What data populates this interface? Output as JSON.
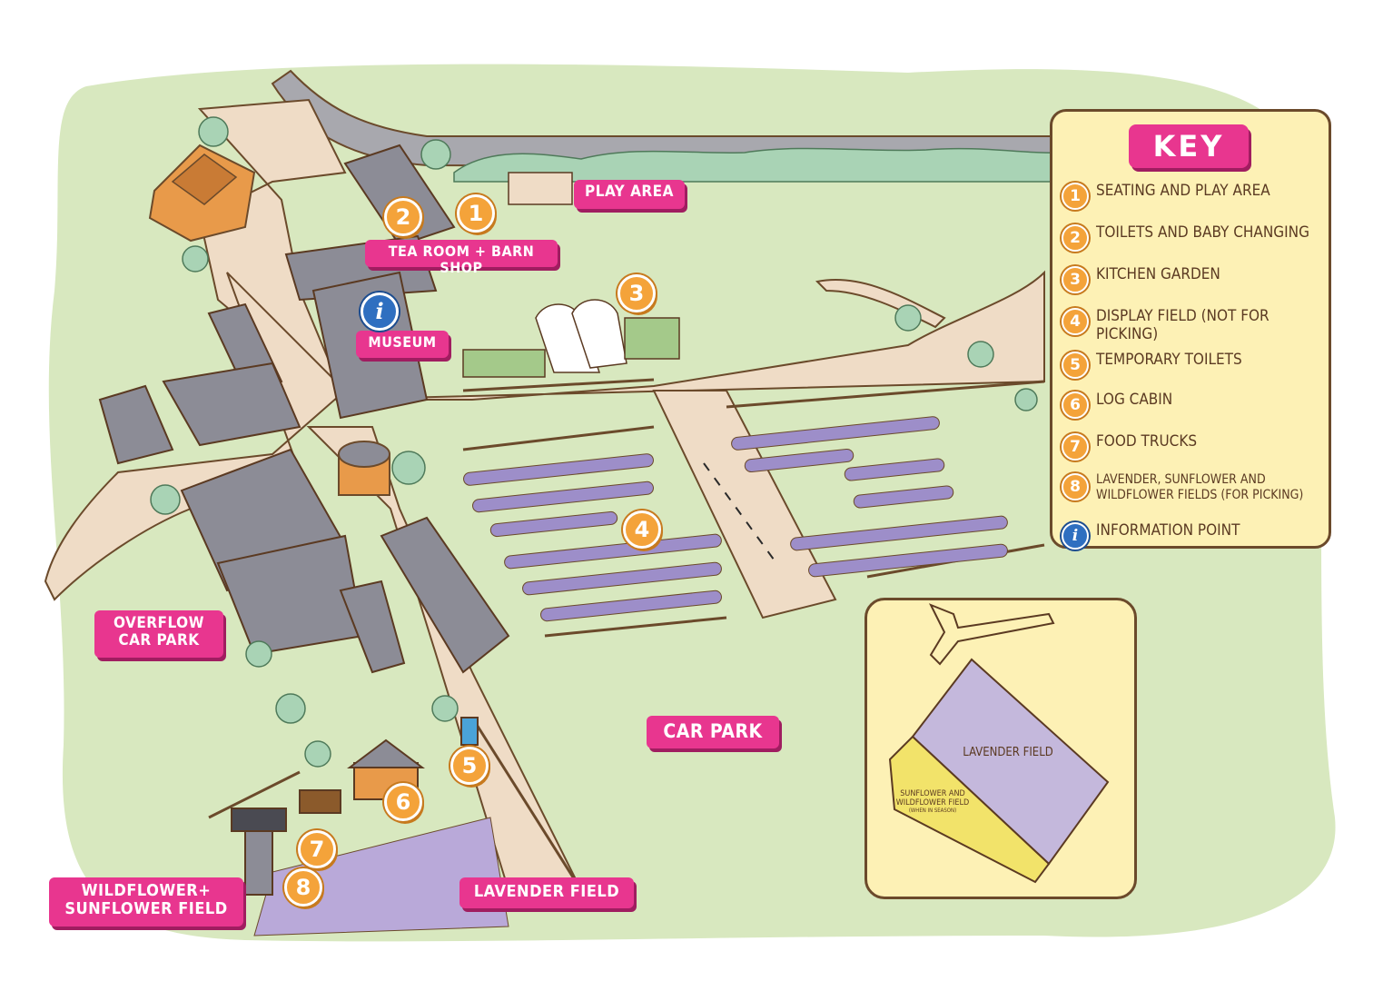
{
  "colors": {
    "grass": "#d8e8bf",
    "path": "#efdcc6",
    "road": "#a8a8ae",
    "barn": "#8c8c96",
    "lavender": "#9d8ec9",
    "label_pink": "#e8368f",
    "marker_orange": "#f4a33a",
    "info_blue": "#2f6fc0",
    "key_bg": "#fdf1b5",
    "sunflower": "#f2e36a"
  },
  "labels": {
    "play_area": "PLAY AREA",
    "tea_room": "TEA ROOM + BARN SHOP",
    "museum": "MUSEUM",
    "overflow_line1": "OVERFLOW",
    "overflow_line2": "CAR PARK",
    "car_park": "CAR PARK",
    "lavender_field": "LAVENDER FIELD",
    "wildflower_line1": "WILDFLOWER+",
    "wildflower_line2": "SUNFLOWER FIELD"
  },
  "markers": {
    "m1": "1",
    "m2": "2",
    "m3": "3",
    "m4": "4",
    "m5": "5",
    "m6": "6",
    "m7": "7",
    "m8": "8",
    "info": "i"
  },
  "key": {
    "title": "KEY",
    "items": [
      {
        "num": "1",
        "text": "SEATING AND PLAY AREA"
      },
      {
        "num": "2",
        "text": "TOILETS AND BABY CHANGING"
      },
      {
        "num": "3",
        "text": "KITCHEN GARDEN"
      },
      {
        "num": "4",
        "text": "DISPLAY FIELD (NOT FOR PICKING)"
      },
      {
        "num": "5",
        "text": "TEMPORARY TOILETS"
      },
      {
        "num": "6",
        "text": "LOG CABIN"
      },
      {
        "num": "7",
        "text": "FOOD TRUCKS"
      },
      {
        "num": "8",
        "text": "LAVENDER, SUNFLOWER AND WILDFLOWER FIELDS (FOR PICKING)"
      },
      {
        "num": "i",
        "text": "INFORMATION POINT"
      }
    ]
  },
  "inset": {
    "lavender": "LAVENDER FIELD",
    "sunflower_line1": "SUNFLOWER AND",
    "sunflower_line2": "WILDFLOWER FIELD",
    "sunflower_note": "(WHEN IN SEASON)"
  }
}
